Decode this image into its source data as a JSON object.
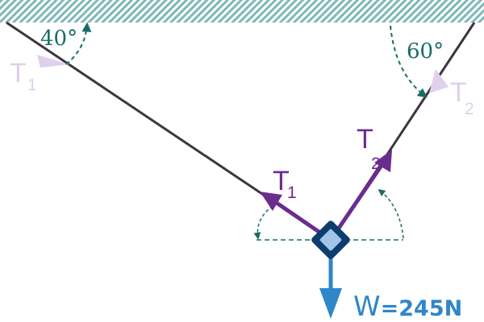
{
  "angles": {
    "left": "40°",
    "right": "60°"
  },
  "forces": {
    "t1": {
      "letter": "T",
      "subscript": "1"
    },
    "t2": {
      "letter": "T",
      "subscript": "2"
    }
  },
  "weight": {
    "letter": "W",
    "rest": "=245N"
  },
  "colors": {
    "ceiling": "#7fb8b8",
    "rope": "#3d3540",
    "tension": "#6b2c8f",
    "tension_faded": "#e0d0ec",
    "angle_guide": "#1a6b66",
    "weight": "#2f86c9",
    "knot_outer": "#0d3d6e",
    "knot_inner": "#9fc6e6"
  }
}
